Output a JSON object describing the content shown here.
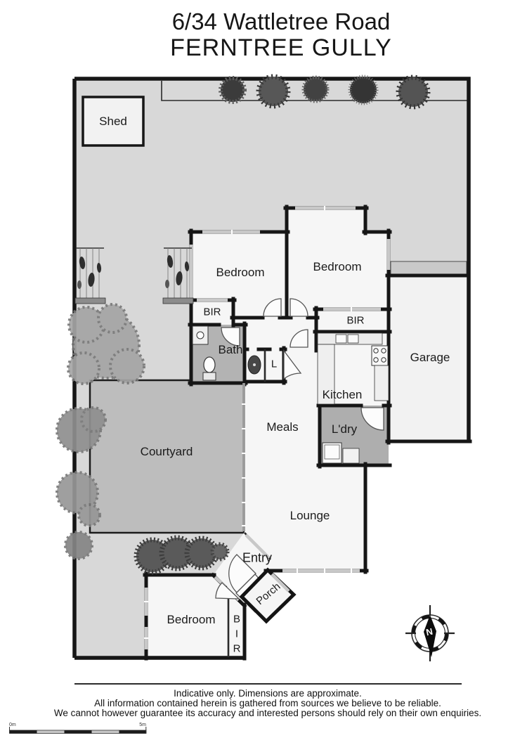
{
  "title": {
    "line1": "6/34 Wattletree Road",
    "line2": "FERNTREE GULLY"
  },
  "rooms": {
    "shed": "Shed",
    "bedroom1": "Bedroom",
    "bedroom2": "Bedroom",
    "bedroom3": "Bedroom",
    "bir1": "BIR",
    "bir2": "BIR",
    "bir3": "BIR",
    "bath": "Bath",
    "toilet": "L",
    "kitchen": "Kitchen",
    "garage": "Garage",
    "meals": "Meals",
    "laundry": "L'dry",
    "courtyard": "Courtyard",
    "lounge": "Lounge",
    "entry": "Entry",
    "porch": "Porch"
  },
  "compass": {
    "north": "N"
  },
  "scalebar": {
    "left": "0m",
    "right": "5m"
  },
  "footer": {
    "line1": "Indicative only. Dimensions are approximate.",
    "line2": "All information contained herein is gathered from sources we believe to be reliable.",
    "line3": "We cannot however guarantee its accuracy and interested persons should rely on their own enquiries."
  },
  "colors": {
    "yard": "#d8d8d8",
    "courtyard": "#bdbdbd",
    "room": "#f6f6f6",
    "wet_floor": "#b3b3b3",
    "wall": "#161616",
    "window": "#c8c8c8",
    "plant_dark": "#3b3b3b",
    "plant_mid": "#575757",
    "tree": "#a5a5a5"
  }
}
